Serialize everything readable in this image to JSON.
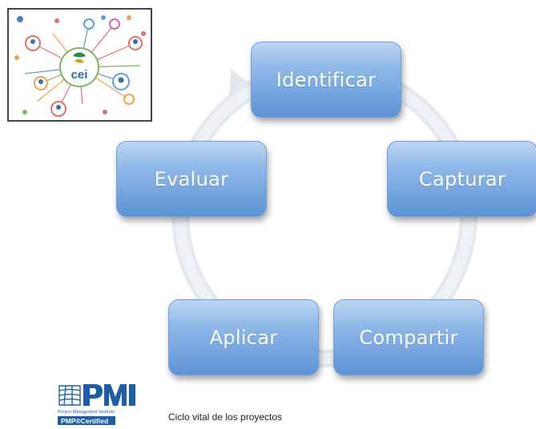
{
  "diagram": {
    "nodes": [
      {
        "id": "identificar",
        "label": "Identificar"
      },
      {
        "id": "capturar",
        "label": "Capturar"
      },
      {
        "id": "compartir",
        "label": "Compartir"
      },
      {
        "id": "aplicar",
        "label": "Aplicar"
      },
      {
        "id": "evaluar",
        "label": "Evaluar"
      }
    ]
  },
  "logos": {
    "cei_text": "cei",
    "pmi_institute_text": "Project Management Institute",
    "pmp_certified_text": "PMP®Certified"
  },
  "caption": "Ciclo vital de los proyectos",
  "colors": {
    "node_top": "#bcd6f3",
    "node_bottom": "#5d93d6",
    "cycle_arrow": "#e6ebf2",
    "pmi_blue": "#1c5fa8"
  }
}
